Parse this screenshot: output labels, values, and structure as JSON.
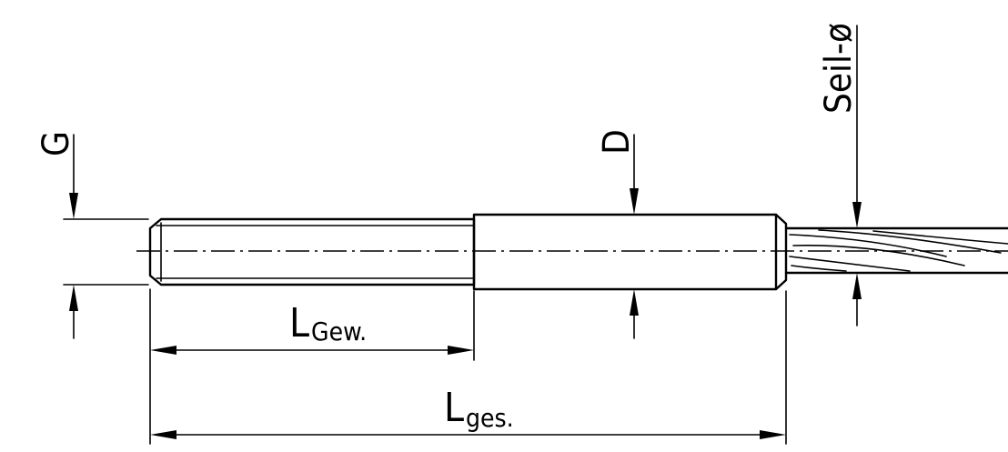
{
  "labels": {
    "g": "G",
    "d": "D",
    "seil_d": "Seil-ø",
    "l_gew_main": "L",
    "l_gew_sub": "Gew.",
    "l_ges_main": "L",
    "l_ges_sub": "ges."
  }
}
